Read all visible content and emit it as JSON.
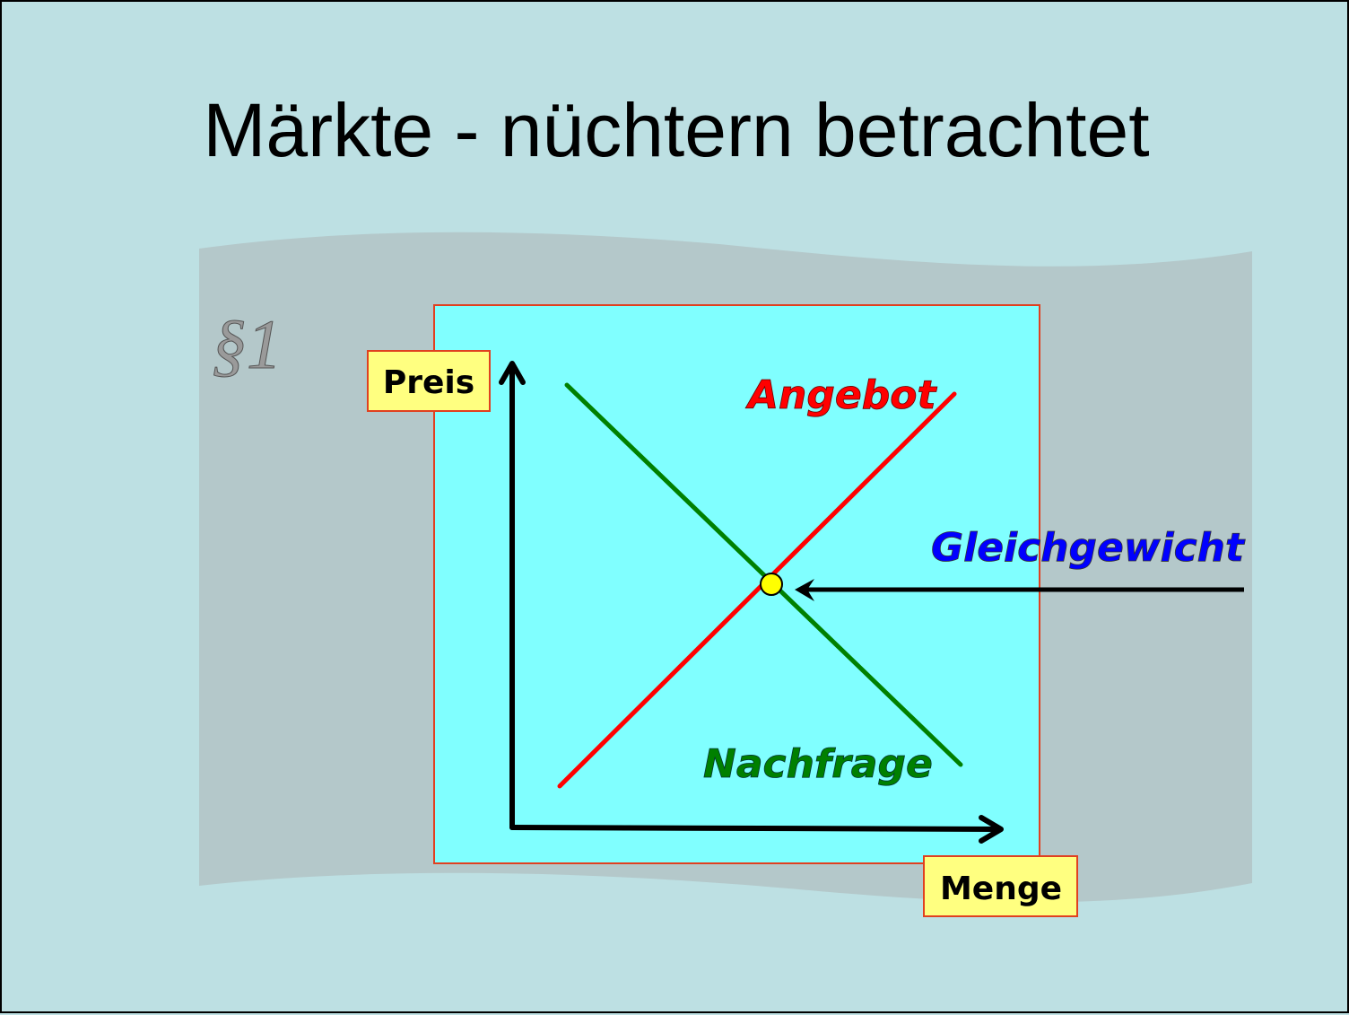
{
  "title": "Märkte - nüchtern betrachtet",
  "section_mark": "§1",
  "diagram": {
    "y_axis_label": "Preis",
    "x_axis_label": "Menge",
    "supply_label": "Angebot",
    "demand_label": "Nachfrage",
    "equilibrium_label": "Gleichgewicht"
  },
  "colors": {
    "background": "#bde0e3",
    "banner": "#b4c8ca",
    "plot_area": "#80ffff",
    "supply": "#ff0000",
    "demand": "#008000",
    "equilibrium": "#0000ff",
    "label_box": "#ffff80"
  }
}
